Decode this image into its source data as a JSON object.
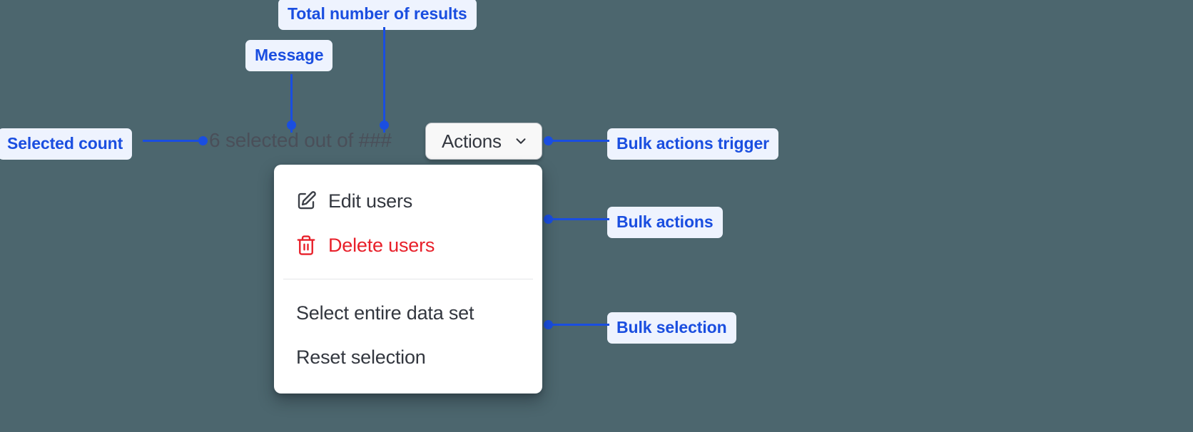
{
  "background_color": "#4c666e",
  "accent_color": "#1a4ee0",
  "pill_background": "#eef3fe",
  "danger_color": "#e8202a",
  "annotations": [
    {
      "id": "total-results",
      "label": "Total number of results"
    },
    {
      "id": "message",
      "label": "Message"
    },
    {
      "id": "selected-count",
      "label": "Selected count"
    },
    {
      "id": "bulk-trigger",
      "label": "Bulk actions trigger"
    },
    {
      "id": "bulk-actions",
      "label": "Bulk actions"
    },
    {
      "id": "bulk-selection",
      "label": "Bulk selection"
    }
  ],
  "selection_bar": {
    "message": "6 selected out of ###",
    "selected_count": "6",
    "total_placeholder": "###",
    "actions_button": {
      "label": "Actions",
      "chevron_icon": "chevron-down-icon"
    }
  },
  "dropdown": {
    "bulk_actions": [
      {
        "label": "Edit users",
        "icon": "edit-pencil-icon",
        "danger": false
      },
      {
        "label": "Delete users",
        "icon": "trash-icon",
        "danger": true
      }
    ],
    "bulk_selection": [
      {
        "label": "Select entire data set"
      },
      {
        "label": "Reset selection"
      }
    ]
  }
}
